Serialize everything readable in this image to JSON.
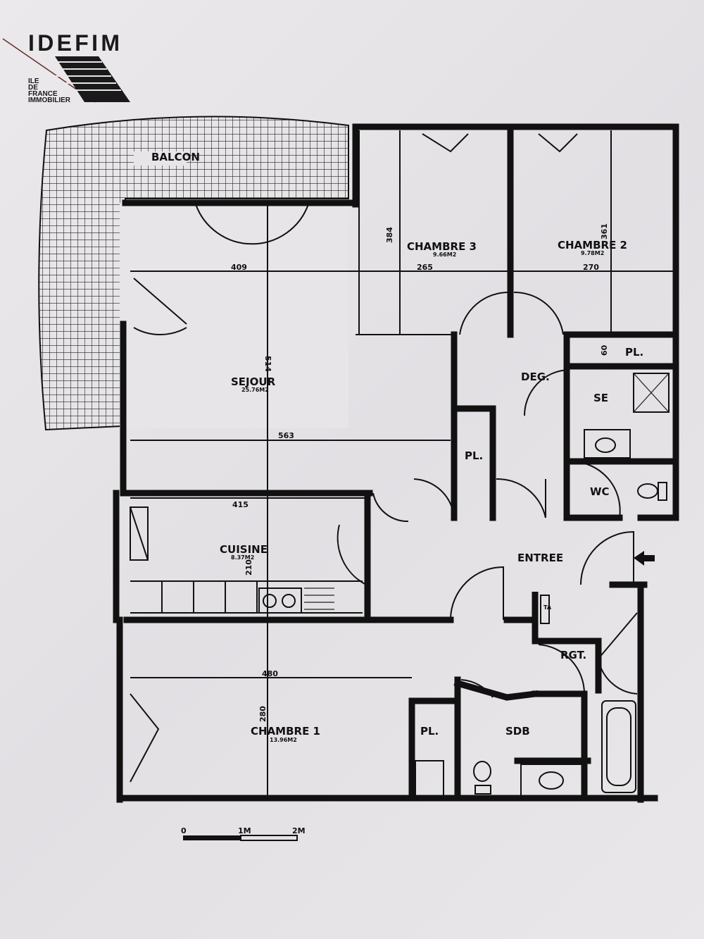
{
  "logo": {
    "brand": "IDEFIM",
    "lines": [
      "ILE",
      "DE",
      "FRANCE",
      "IMMOBILIER"
    ]
  },
  "rooms": {
    "balcon": {
      "label": "BALCON"
    },
    "chambre3": {
      "label": "CHAMBRE 3",
      "area": "9.66M2"
    },
    "chambre2": {
      "label": "CHAMBRE 2",
      "area": "9.78M2"
    },
    "sejour": {
      "label": "SEJOUR",
      "area": "25.76M2"
    },
    "deg": {
      "label": "DEG."
    },
    "se": {
      "label": "SE"
    },
    "pl_top": {
      "label": "PL."
    },
    "pl_mid": {
      "label": "PL."
    },
    "wc": {
      "label": "WC"
    },
    "cuisine": {
      "label": "CUISINE",
      "area": "8.37M2"
    },
    "entree": {
      "label": "ENTREE"
    },
    "ta": {
      "label": "TA"
    },
    "rgt": {
      "label": "RGT."
    },
    "chambre1": {
      "label": "CHAMBRE 1",
      "area": "13.96M2"
    },
    "pl_bottom": {
      "label": "PL."
    },
    "sdb": {
      "label": "SDB"
    }
  },
  "dimensions": {
    "sejour_width_top": "409",
    "sejour_width": "563",
    "sejour_depth": "514",
    "chambre3_width": "265",
    "chambre3_depth": "384",
    "chambre2_width": "270",
    "chambre2_depth": "361",
    "pl_depth": "60",
    "cuisine_width": "415",
    "cuisine_depth": "210",
    "chambre1_width": "480",
    "chambre1_depth": "280"
  },
  "scale": {
    "start": "0",
    "mid": "1M",
    "end": "2M"
  }
}
